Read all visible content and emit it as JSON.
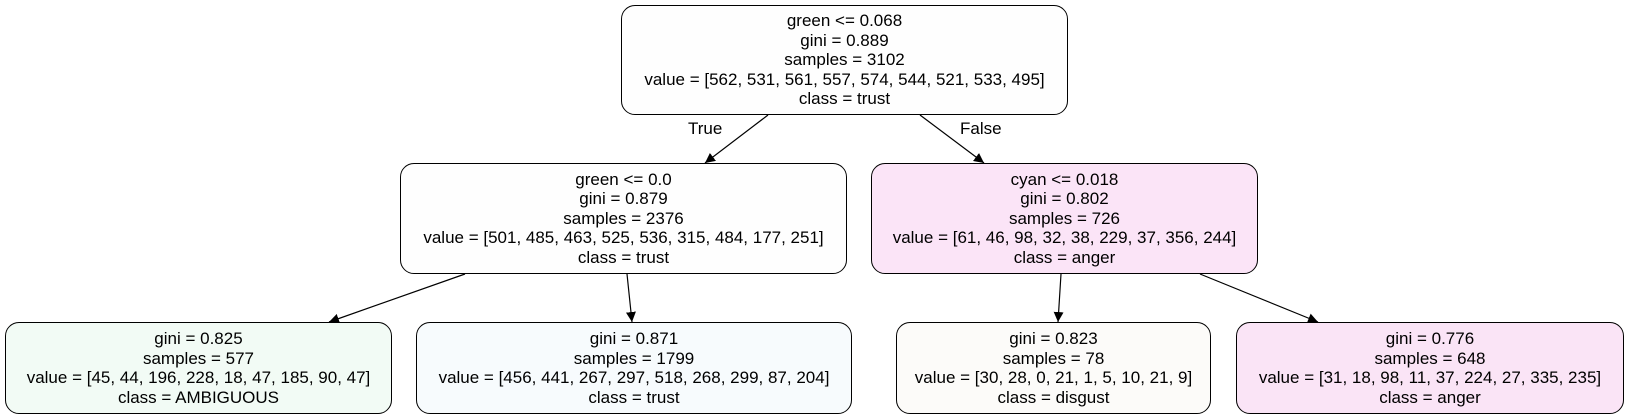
{
  "nodes": {
    "root": {
      "split": "green <= 0.068",
      "gini": "gini = 0.889",
      "samples": "samples = 3102",
      "value": "value = [562, 531, 561, 557, 574, 544, 521, 533, 495]",
      "class": "class = trust",
      "fill": "#fefefe"
    },
    "left": {
      "split": "green <= 0.0",
      "gini": "gini = 0.879",
      "samples": "samples = 2376",
      "value": "value = [501, 485, 463, 525, 536, 315, 484, 177, 251]",
      "class": "class = trust",
      "fill": "#fefefe"
    },
    "right": {
      "split": "cyan <= 0.018",
      "gini": "gini = 0.802",
      "samples": "samples = 726",
      "value": "value = [61, 46, 98, 32, 38, 229, 37, 356, 244]",
      "class": "class = anger",
      "fill": "#fbe4f7"
    },
    "ll": {
      "gini": "gini = 0.825",
      "samples": "samples = 577",
      "value": "value = [45, 44, 196, 228, 18, 47, 185, 90, 47]",
      "class": "class = AMBIGUOUS",
      "fill": "#f2fbf5"
    },
    "lr": {
      "gini": "gini = 0.871",
      "samples": "samples = 1799",
      "value": "value = [456, 441, 267, 297, 518, 268, 299, 87, 204]",
      "class": "class = trust",
      "fill": "#f7fbfd"
    },
    "rl": {
      "gini": "gini = 0.823",
      "samples": "samples = 78",
      "value": "value = [30, 28, 0, 21, 1, 5, 10, 21, 9]",
      "class": "class = disgust",
      "fill": "#fcfbf9"
    },
    "rr": {
      "gini": "gini = 0.776",
      "samples": "samples = 648",
      "value": "value = [31, 18, 98, 11, 37, 224, 27, 335, 235]",
      "class": "class = anger",
      "fill": "#fae4f6"
    }
  },
  "edge_labels": {
    "true": "True",
    "false": "False"
  },
  "edge_color": "#000000"
}
